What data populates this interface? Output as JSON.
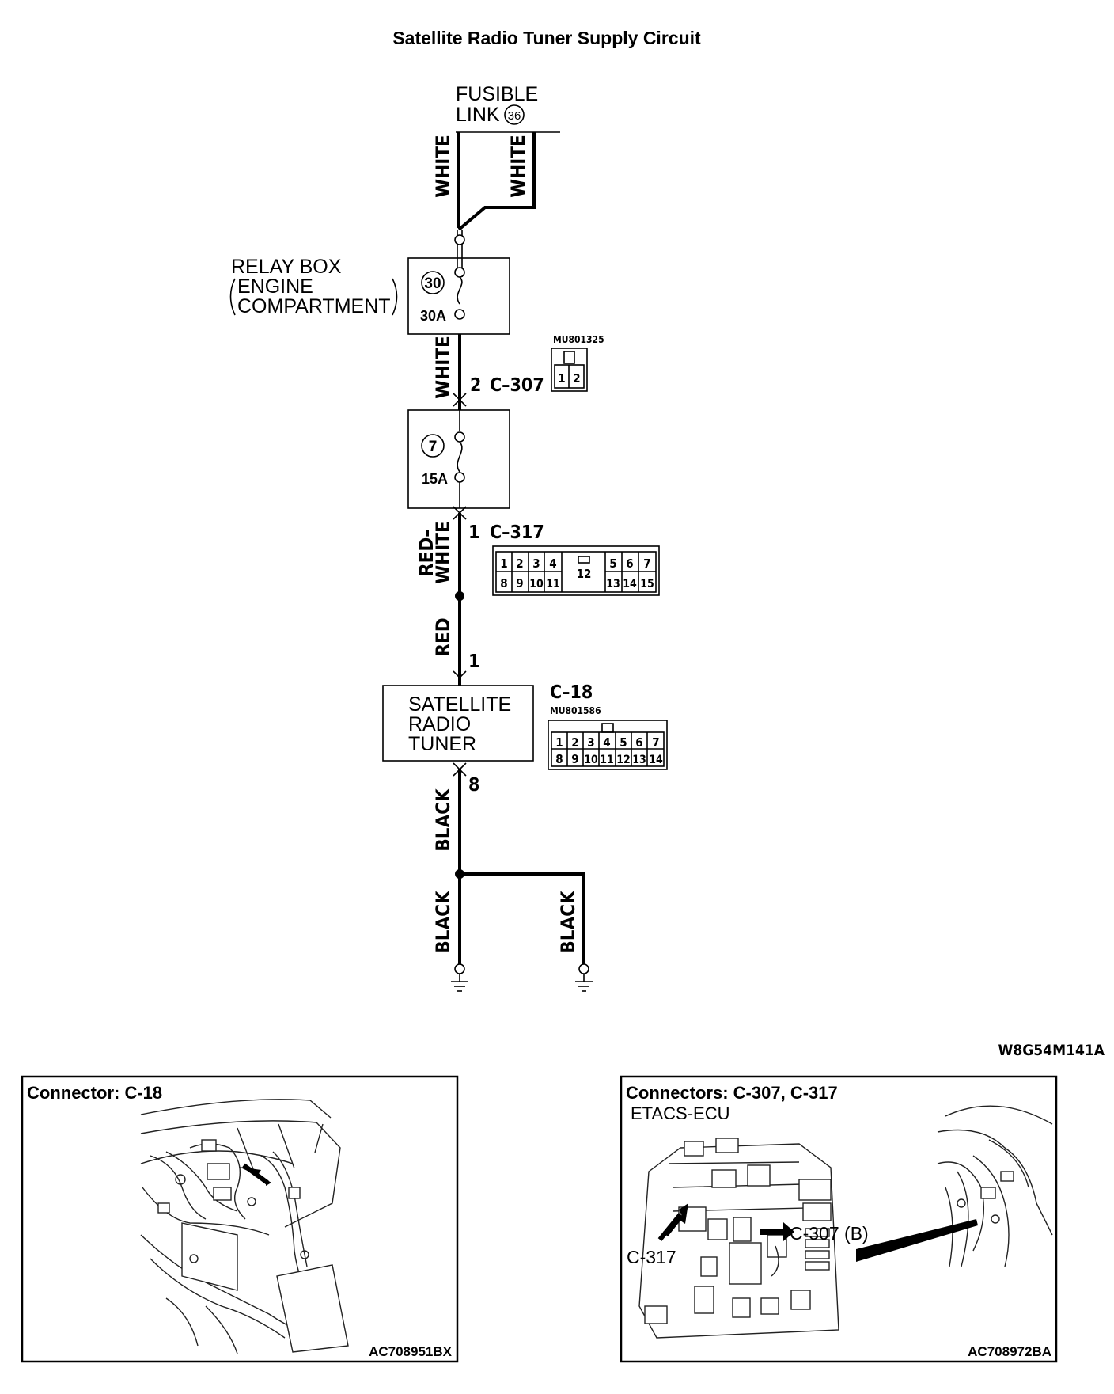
{
  "title": "Satellite Radio Tuner Supply Circuit",
  "fusible_link": {
    "line1": "FUSIBLE",
    "line2": "LINK",
    "number": "36"
  },
  "wires": {
    "white_left": "WHITE",
    "white_right": "WHITE",
    "white_mid": "WHITE",
    "red_white_1": "RED–",
    "red_white_2": "WHITE",
    "red": "RED",
    "black_top": "BLACK",
    "black_left": "BLACK",
    "black_right": "BLACK"
  },
  "relay_box": {
    "line1": "RELAY BOX",
    "line2": "ENGINE",
    "line3": "COMPARTMENT",
    "fuse_number": "30",
    "fuse_rating": "30A"
  },
  "fuse_box": {
    "fuse_number": "7",
    "fuse_rating": "15A"
  },
  "connectors": {
    "c307": {
      "pin": "2",
      "name": "C–307",
      "part": "MU801325",
      "pins": [
        "1",
        "2"
      ]
    },
    "c317": {
      "pin": "1",
      "name": "C–317",
      "row1": [
        "1",
        "2",
        "3",
        "4",
        "5",
        "6",
        "7"
      ],
      "center": "12",
      "row2": [
        "8",
        "9",
        "10",
        "11",
        "13",
        "14",
        "15"
      ]
    },
    "c18": {
      "pin_in": "1",
      "pin_out": "8",
      "name": "C–18",
      "part": "MU801586",
      "row1": [
        "1",
        "2",
        "3",
        "4",
        "5",
        "6",
        "7"
      ],
      "row2": [
        "8",
        "9",
        "10",
        "11",
        "12",
        "13",
        "14"
      ]
    }
  },
  "tuner": {
    "line1": "SATELLITE",
    "line2": "RADIO",
    "line3": "TUNER"
  },
  "diagram_code": "W8G54M141A",
  "panel_left": {
    "title": "Connector: C-18",
    "code": "AC708951BX"
  },
  "panel_right": {
    "title": "Connectors: C-307, C-317",
    "subtitle": "ETACS-ECU",
    "callout_c307": "C-307 (B)",
    "callout_c317": "C-317",
    "code": "AC708972BA"
  }
}
